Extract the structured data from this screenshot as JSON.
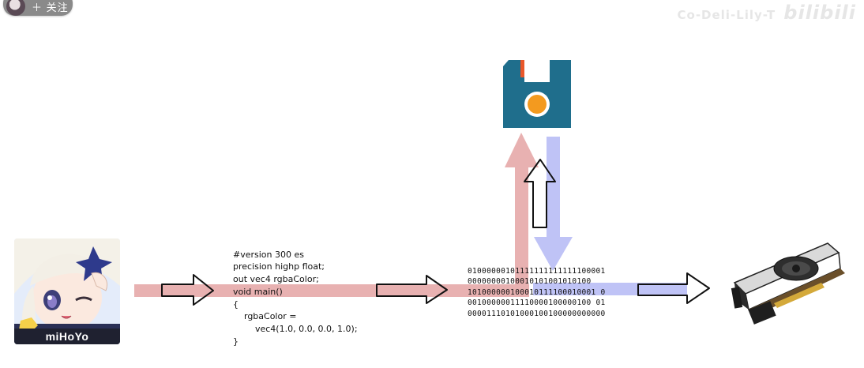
{
  "top_bar": {
    "follow_button_label": "＋ 关注",
    "watermark_text": "Co-Deli-Lily-T",
    "watermark_brand": "bilibili"
  },
  "avatar": {
    "logo_text": "miHoYo"
  },
  "shader_code": {
    "lines": [
      "#version 300 es",
      "precision highp float;",
      "out vec4 rgbaColor;",
      "void main()",
      "{",
      "    rgbaColor =",
      "        vec4(1.0, 0.0, 0.0, 1.0);",
      "}"
    ]
  },
  "binary_data": {
    "lines": [
      "01000000101111111111111100001",
      "00000000100010101001010100",
      "101000000100010111100010001 0",
      "00100000011110000100000100 01",
      "00001110101000100100000000000"
    ]
  },
  "icons": {
    "save": "floppy-disk-save-icon",
    "gpu": "graphics-card-icon"
  },
  "colors": {
    "pink_band": "#e8b1b1",
    "blue_band": "#bfc3f6",
    "floppy_body": "#1f6e8c",
    "floppy_circle": "#f39a1f",
    "floppy_tab": "#e9572a"
  }
}
